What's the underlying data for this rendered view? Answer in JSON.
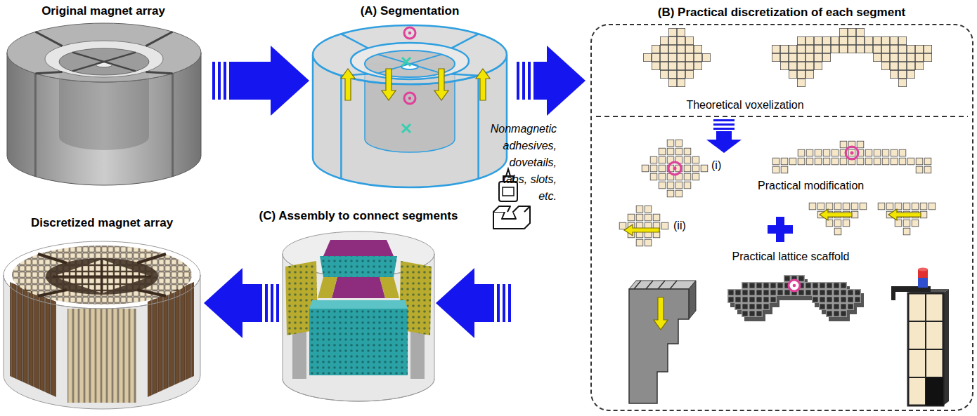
{
  "diagram": {
    "nodes": [
      {
        "text": [
          "(B) Practical discretization of each segment",
          "Theoretical voxelization",
          "Practical modification",
          "Practical lattice scaffold"
        ]
      }
    ],
    "labels": [
      "Original magnet array",
      "(A) Segmentation",
      "Nonmagnetic adhesives, dovetails, tabs, slots, etc.",
      "(i)",
      "(ii)",
      "(C) Assembly to connect segments",
      "Discretized magnet array"
    ]
  }
}
